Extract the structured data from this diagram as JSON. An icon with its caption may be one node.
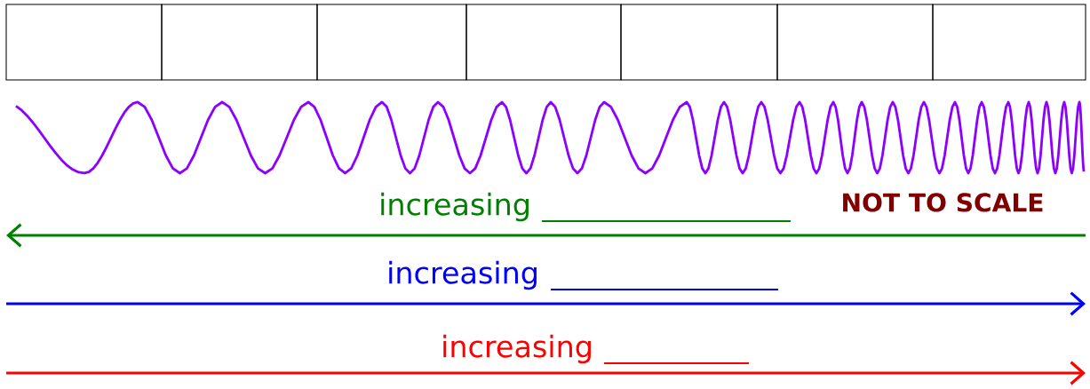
{
  "diagram": {
    "nodes": [
      {
        "text": [],
        "shape": "box"
      },
      {
        "text": [],
        "shape": "box"
      },
      {
        "text": [],
        "shape": "box"
      },
      {
        "text": [],
        "shape": "box"
      },
      {
        "text": [],
        "shape": "box"
      },
      {
        "text": [],
        "shape": "box"
      },
      {
        "text": [],
        "shape": "box"
      }
    ],
    "labels": [
      "increasing",
      "NOT TO SCALE",
      "increasing",
      "increasing"
    ]
  }
}
